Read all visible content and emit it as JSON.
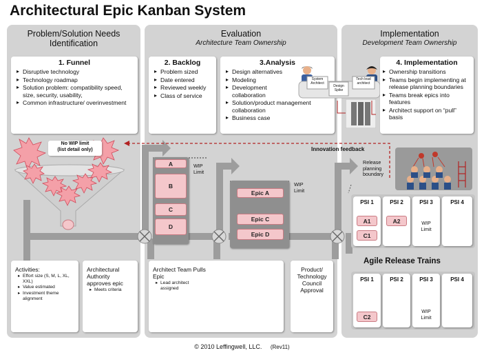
{
  "title": "Architectural Epic Kanban System",
  "columns": {
    "problem": {
      "title": "Problem/Solution Needs Identification"
    },
    "evaluation": {
      "title": "Evaluation",
      "subtitle": "Architecture Team Ownership"
    },
    "implementation": {
      "title": "Implementation",
      "subtitle": "Development Team Ownership"
    }
  },
  "panels": {
    "funnel": {
      "title": "1. Funnel",
      "items": [
        "Disruptive technology",
        "Technology roadmap",
        "Solution problem: compatibility speed, size, security, usability,",
        "Common infrastructure/ overinvestment"
      ]
    },
    "backlog": {
      "title": "2. Backlog",
      "items": [
        "Problem sized",
        "Date entered",
        "Reviewed weekly",
        "Class of service"
      ]
    },
    "analysis": {
      "title": "3.Analysis",
      "items": [
        "Design alternatives",
        "Modeling",
        "Development collaboration",
        "Solution/product management collaboration",
        "Business case"
      ]
    },
    "implementation": {
      "title": "4. Implementation",
      "items": [
        "Ownership transitions",
        "Teams begin implementing at release planning boundaries",
        "Teams break epics into features",
        "Architect support  on “pull” basis"
      ]
    }
  },
  "analysis_figure": {
    "architect": "System Architect",
    "spike": "Design Spike",
    "techlead": "Tech lead architect"
  },
  "funnel": {
    "no_wip": "No WIP limit",
    "no_wip_sub": "(list detail only)"
  },
  "innovation_feedback": "Innovation feedback",
  "backlog_cards": [
    "A",
    "B",
    "C",
    "D"
  ],
  "analysis_cards": [
    "Epic A",
    "Epic C",
    "Epic D"
  ],
  "wip_limit": "WIP Limit",
  "release_boundary": "Release planning boundary",
  "psi": {
    "headers": [
      "PSI 1",
      "PSI 2",
      "PSI 3",
      "PSI 4"
    ],
    "top_cards": [
      "A1",
      "A2",
      "C1"
    ],
    "bottom_cards": [
      "C2"
    ],
    "wip": "WIP Limit"
  },
  "agile_release_trains": "Agile Release Trains",
  "activities": {
    "col1_title": "Activities:",
    "col1_items": [
      "Effort size (S, M, L, XL, XXL)",
      "Value estimated",
      "Investment theme alignment"
    ],
    "col2_title": "Architectural Authority approves epic",
    "col2_items": [
      "Meets criteria"
    ],
    "col3_title": "Architect Team Pulls Epic",
    "col3_items": [
      "Lead architect assigned"
    ],
    "col4_title": "Product/ Technology Council Approval"
  },
  "footer": {
    "copyright": "© 2010 Leffingwell, LLC.",
    "rev": "(Rev11)"
  },
  "colors": {
    "card_fill": "#f4c7cb",
    "card_border": "#c97a82",
    "feedback": "#b22222",
    "column_bg": "#d3d3d3"
  }
}
